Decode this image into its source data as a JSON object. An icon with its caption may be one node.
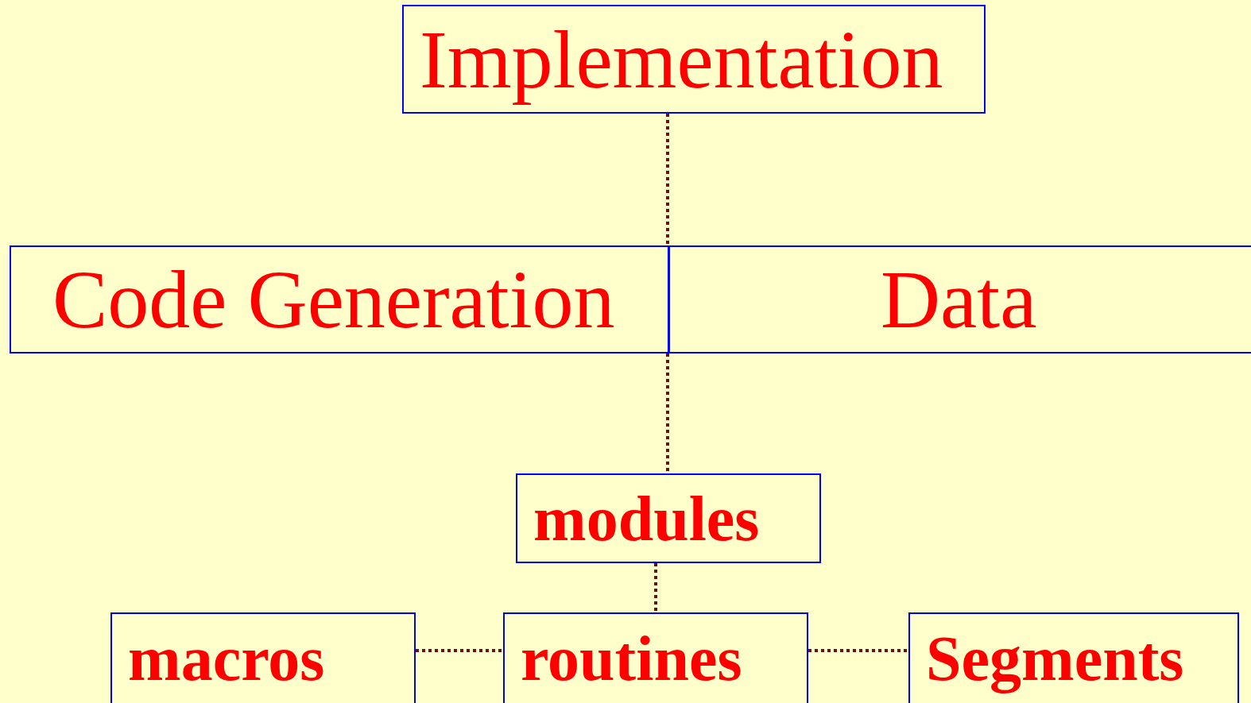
{
  "diagram": {
    "nodes": [
      {
        "text": [
          "Implementation"
        ]
      },
      {
        "text": [
          "Code Generation"
        ]
      },
      {
        "text": [
          "Data"
        ]
      },
      {
        "text": [
          "modules"
        ]
      },
      {
        "text": [
          "macros"
        ]
      },
      {
        "text": [
          "routines"
        ]
      },
      {
        "text": [
          "Segments"
        ]
      }
    ],
    "edges": [
      {
        "from": 0,
        "to": 1,
        "arrow": "none",
        "style": "dashed"
      },
      {
        "from": 1,
        "to": 3,
        "arrow": "none",
        "style": "dashed"
      },
      {
        "from": 3,
        "to": 5,
        "arrow": "none",
        "style": "dashed"
      },
      {
        "from": 4,
        "to": 5,
        "arrow": "none",
        "style": "dashed"
      },
      {
        "from": 5,
        "to": 6,
        "arrow": "none",
        "style": "dashed"
      }
    ]
  }
}
